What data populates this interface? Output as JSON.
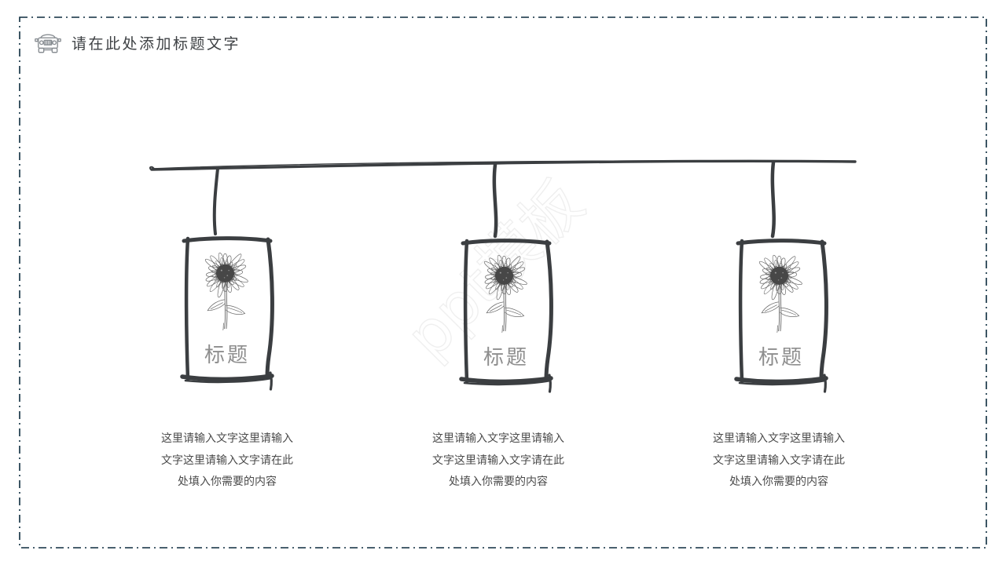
{
  "header": {
    "title": "请在此处添加标题文字"
  },
  "watermark": "ppt模板",
  "cards": [
    {
      "title": "标题",
      "description": "这里请输入文字这里请输入\n文字这里请输入文字请在此\n处填入你需要的内容"
    },
    {
      "title": "标题",
      "description": "这里请输入文字这里请输入\n文字这里请输入文字请在此\n处填入你需要的内容"
    },
    {
      "title": "标题",
      "description": "这里请输入文字这里请输入\n文字这里请输入文字请在此\n处填入你需要的内容"
    }
  ],
  "colors": {
    "border": "#0d2c3e",
    "ink": "#3b3e41",
    "card_title": "#8e8e8e",
    "body_text": "#4b4b4b",
    "header_text": "#3e4144"
  }
}
